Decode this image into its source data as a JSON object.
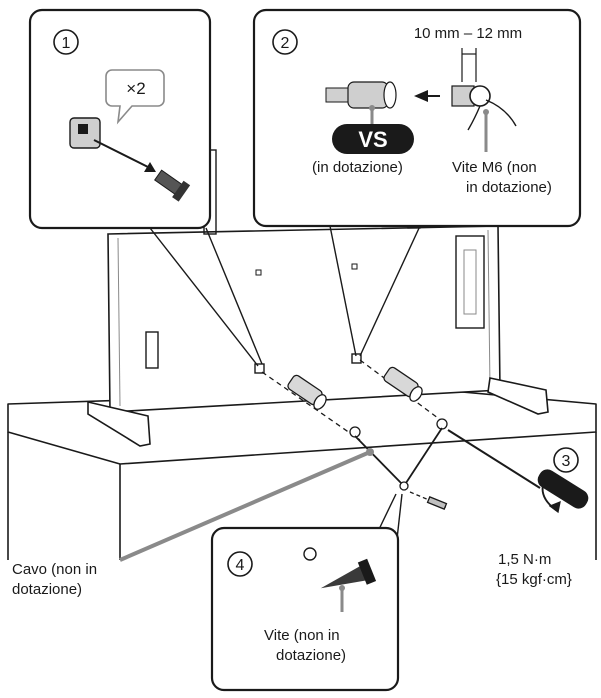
{
  "steps": {
    "step1": {
      "number": "1",
      "multiplier": "×2"
    },
    "step2": {
      "number": "2",
      "length_range": "10 mm – 12 mm",
      "vs_tag": "VS",
      "vs_caption": "(in dotazione)",
      "screw_caption_line1": "Vite M6 (non",
      "screw_caption_line2": "in dotazione)"
    },
    "step3": {
      "number": "3",
      "torque_line1": "1,5 N·m",
      "torque_line2": "{15 kgf·cm}"
    },
    "step4": {
      "number": "4",
      "screw_caption_line1": "Vite (non in",
      "screw_caption_line2": "dotazione)"
    }
  },
  "cable": {
    "caption_line1": "Cavo (non in",
    "caption_line2": "dotazione)"
  },
  "colors": {
    "line": "#1a1a1a",
    "gray": "#8a8a8a",
    "light_gray": "#c8c8c8",
    "badge": "#1a1a1a"
  }
}
